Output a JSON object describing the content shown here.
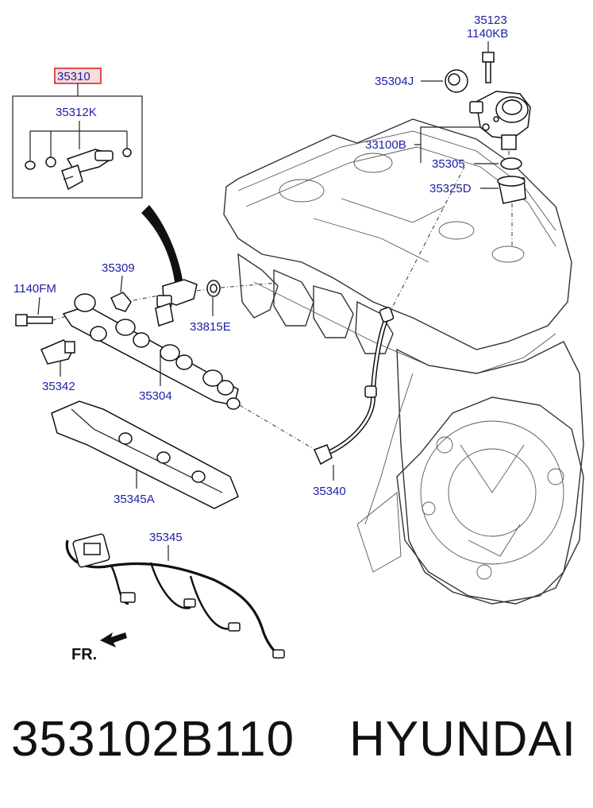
{
  "diagram": {
    "highlight_color": "#d9252b",
    "label_color": "#1d1da8",
    "labels": {
      "p35310": "35310",
      "p35312K": "35312K",
      "p35123": "35123",
      "p1140KB": "1140KB",
      "p35304J": "35304J",
      "p33100B": "33100B",
      "p35305": "35305",
      "p35325D": "35325D",
      "p35309": "35309",
      "p1140FM": "1140FM",
      "p33815E": "33815E",
      "p35342": "35342",
      "p35304": "35304",
      "p35345A": "35345A",
      "p35340": "35340",
      "p35345": "35345",
      "fr": "FR."
    }
  },
  "footer": {
    "part_number": "353102B110",
    "brand": "HYUNDAI"
  }
}
